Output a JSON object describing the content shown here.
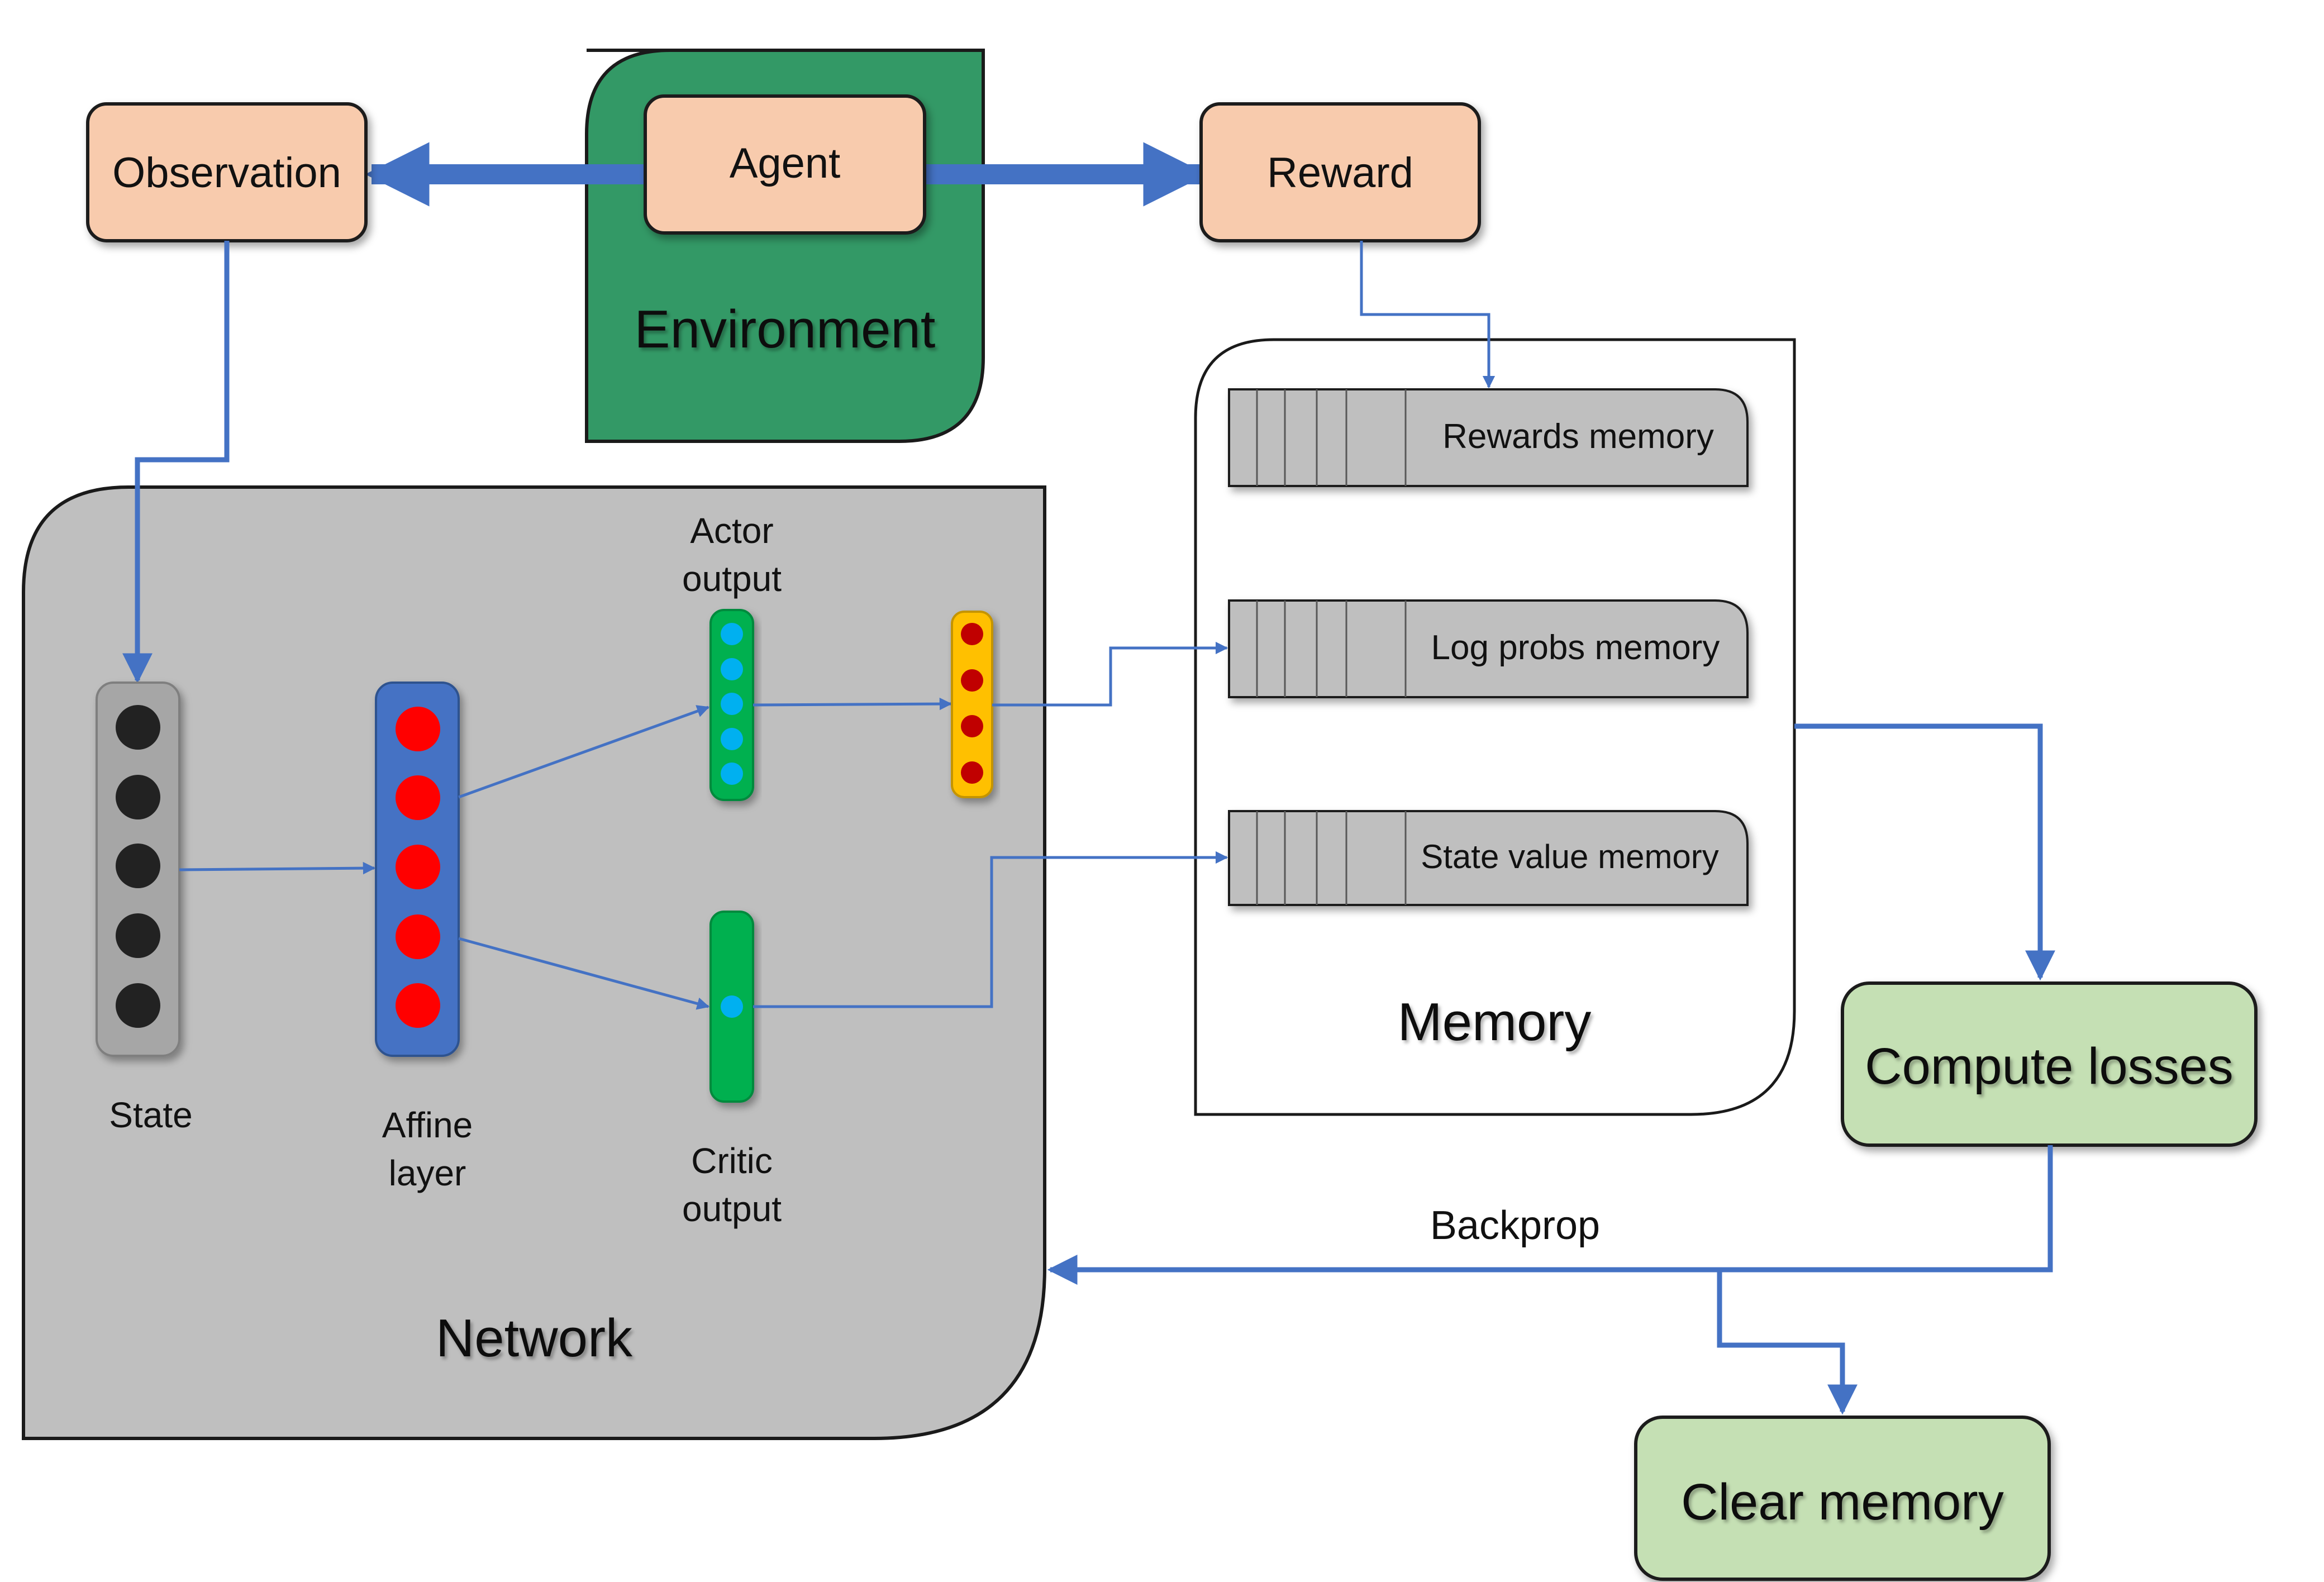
{
  "boxes": {
    "observation": "Observation",
    "agent": "Agent",
    "reward": "Reward",
    "environment": "Environment",
    "network": "Network",
    "memory": "Memory",
    "compute_losses": "Compute losses",
    "clear_memory": "Clear memory"
  },
  "memory_slots": {
    "rewards": "Rewards memory",
    "log_probs": "Log probs memory",
    "state_value": "State value memory"
  },
  "network_labels": {
    "actor_line1": "Actor",
    "actor_line2": "output",
    "state": "State",
    "affine_line1": "Affine",
    "affine_line2": "layer",
    "critic_line1": "Critic",
    "critic_line2": "output"
  },
  "edges": {
    "backprop": "Backprop"
  },
  "colors": {
    "arrow_blue": "#4472C4",
    "peach_box": "#F8CBAD",
    "environment_green": "#339966",
    "network_gray": "#BFBFBF",
    "light_green_box": "#C5E0B4",
    "affine_blue": "#4472C4",
    "neuron_red": "#FF0000",
    "actor_green": "#00B050",
    "neuron_cyan": "#00B0F0",
    "prob_yellow": "#FFC000",
    "prob_dot_red": "#C00000",
    "state_dot_dark": "#222222"
  }
}
